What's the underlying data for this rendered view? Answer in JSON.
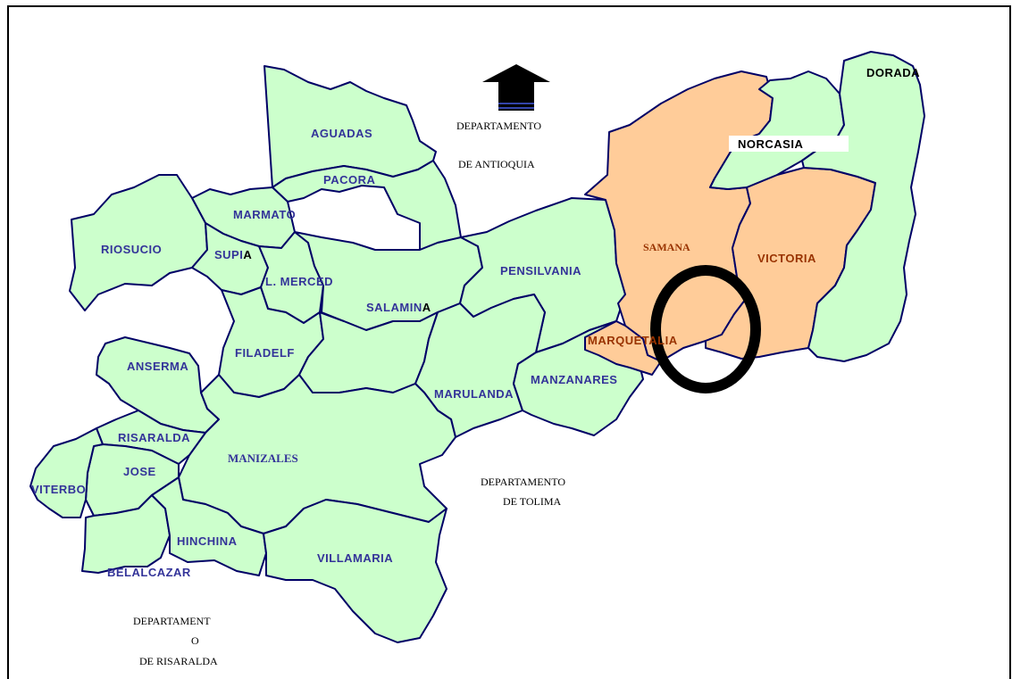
{
  "municipalities": {
    "aguadas": "AGUADAS",
    "pacora": "PACORA",
    "marmato": "MARMATO",
    "riosucio": "RIOSUCIO",
    "supia": "SUPI",
    "supia_tail": "A",
    "merced": "L. MERCED",
    "salamina": "SALAMIN",
    "salamina_tail": "A",
    "filadelfia": "FILADELF",
    "anserma": "ANSERMA",
    "risaralda": "RISARALDA",
    "jose": "JOSE",
    "viterbo": "VITERBO",
    "manizales": "MANIZALES",
    "hinchina": "HINCHINA",
    "belalcazar": "BELALCAZAR",
    "villamaria": "VILLAMARIA",
    "marulanda": "MARULANDA",
    "manzanares": "MANZANARES",
    "pensilvania": "PENSILVANIA",
    "samana": "SAMANA",
    "victoria": "VICTORIA",
    "marquetalia": "MARQUETALIA",
    "norcasia": "NORCASIA",
    "dorada": "DORADA"
  },
  "departments": {
    "antioquia_line1": "DEPARTAMENTO",
    "antioquia_line2": "DE ANTIOQUIA",
    "tolima_line1": "DEPARTAMENTO",
    "tolima_line2": "DE TOLIMA",
    "risaralda_line1": "DEPARTAMENT",
    "risaralda_line2": "O",
    "risaralda_line3": "DE RISARALDA"
  },
  "colors": {
    "municipality_fill": "#ccffcc",
    "highlight_fill": "#ffcc99",
    "border": "#000066",
    "label": "#333399",
    "highlight_label": "#993300"
  },
  "icons": {
    "north_arrow": "north-arrow-icon",
    "highlight_circle": "highlight-ring-icon"
  }
}
